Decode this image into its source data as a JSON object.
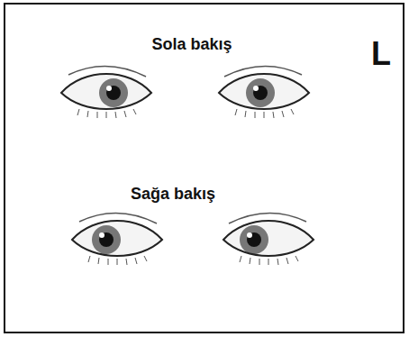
{
  "diagram": {
    "labels": [
      "Sola bakış",
      "L",
      "Sağa bakış"
    ]
  }
}
